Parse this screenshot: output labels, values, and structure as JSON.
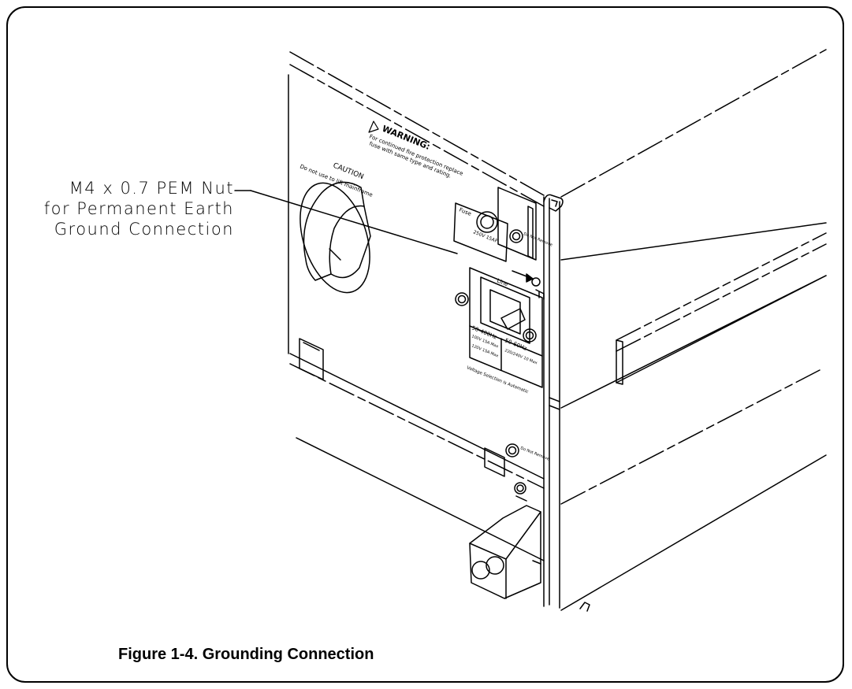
{
  "callout": {
    "line1": "M4 x 0.7 PEM Nut",
    "line2": "for Permanent Earth",
    "line3": "Ground Connection"
  },
  "caption": "Figure 1-4.  Grounding Connection",
  "panel": {
    "warning_title": "WARNING:",
    "warning_line1": "For continued fire protection replace",
    "warning_line2": "fuse with same type and rating.",
    "caution_title": "CAUTION",
    "caution_text": "Do not use to lift mainframe",
    "fuse_label": "Fuse",
    "fuse_rating": "250V 15AF",
    "do_not_remove": "Do Not Remove",
    "line_label": "Line",
    "freq_left": "50-400Hz",
    "freq_right": "50-60Hz",
    "volt_left_1": "100V 15A Max",
    "volt_left_2": "120V 15A Max",
    "volt_right": "220/240V 10 Max",
    "voltage_selection": "Voltage Selection is Automatic"
  }
}
